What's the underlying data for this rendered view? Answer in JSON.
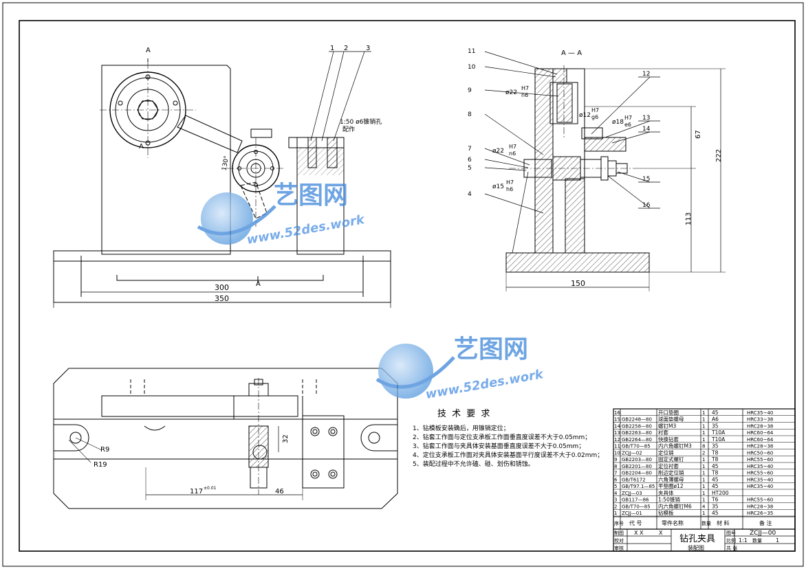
{
  "watermark": {
    "brand": "艺图网",
    "url": "www.52des.work"
  },
  "front_view": {
    "section_marks": [
      "A",
      "A",
      "A"
    ],
    "callouts": [
      "1",
      "2",
      "3"
    ],
    "note_line1": "1:50  ø6锥销孔",
    "note_line2": "配作",
    "angle": "130°",
    "dims": [
      "300",
      "350"
    ]
  },
  "section_view": {
    "title": "A — A",
    "callouts_left": [
      "11",
      "10",
      "9",
      "8",
      "7",
      "6",
      "5",
      "4"
    ],
    "callouts_right": [
      "12",
      "13",
      "14",
      "15",
      "16"
    ],
    "fits": [
      {
        "dia": "ø22",
        "num": "H7",
        "den": "n6"
      },
      {
        "dia": "ø12",
        "num": "H7",
        "den": "g6"
      },
      {
        "dia": "ø18",
        "num": "H7",
        "den": "e6"
      },
      {
        "dia": "ø22",
        "num": "H7",
        "den": "n6"
      },
      {
        "dia": "ø15",
        "num": "H7",
        "den": "h6"
      }
    ],
    "dims": [
      "67",
      "222",
      "113",
      "150"
    ]
  },
  "plan_view": {
    "dims": [
      "R9",
      "R19",
      "32",
      "117",
      "±0.01",
      "46"
    ]
  },
  "tech_requirements": {
    "title": "技 术 要 求",
    "items": [
      "1、钻模板安装确后，用锥销定位；",
      "2、钻套工作面与定位支承板工作面垂直度误差不大于0.05mm；",
      "3、钻套工作面与夹具体安装基面垂直度误差不大于0.05mm；",
      "4、定位支承板工作面对夹具体安装基面平行度误差不大于0.02mm；",
      "5、装配过程中不允许磕、碰、划伤和锈蚀。"
    ]
  },
  "bom": {
    "rows": [
      [
        "16",
        "",
        "开口垫圈",
        "1",
        "45",
        "HRC35~40"
      ],
      [
        "15",
        "GB2248—80",
        "球面垫螺母",
        "1",
        "A6",
        "HRC33~38"
      ],
      [
        "14",
        "GB2258—80",
        "螺钉M3",
        "1",
        "35",
        "HRC28~38"
      ],
      [
        "13",
        "GB2263—80",
        "衬套",
        "1",
        "T10A",
        "HRC60~64"
      ],
      [
        "12",
        "GB2264—80",
        "快换钻套",
        "1",
        "T10A",
        "HRC60~64"
      ],
      [
        "11",
        "GB/T70—85",
        "内六角螺钉M3",
        "8",
        "35",
        "HRC28~38"
      ],
      [
        "10",
        "ZCJJ—02",
        "定位销",
        "2",
        "T8",
        "HRC50~60"
      ],
      [
        "9",
        "GB2203—80",
        "固定式螺钉",
        "1",
        "T8",
        "HRC55~60"
      ],
      [
        "8",
        "GB2201—80",
        "定位衬套",
        "1",
        "45",
        "HRC35~40"
      ],
      [
        "7",
        "GB2204—80",
        "削边定位销",
        "1",
        "T8",
        "HRC55~60"
      ],
      [
        "6",
        "GB/T6172",
        "六角薄螺母",
        "1",
        "45",
        "HRC35~40"
      ],
      [
        "5",
        "GB/T97.1—85",
        "平垫圈ø12",
        "1",
        "45",
        "HRC35~40"
      ],
      [
        "4",
        "ZCJJ—03",
        "夹具体",
        "1",
        "HT200",
        ""
      ],
      [
        "3",
        "GB117—86",
        "1:50锥销",
        "1",
        "T6",
        "HRC55~60"
      ],
      [
        "2",
        "GB/T70—85",
        "内六角螺钉M6",
        "4",
        "35",
        "HRC28~38"
      ],
      [
        "1",
        "ZCJJ—01",
        "钻模板",
        "1",
        "45",
        "HRC26~35"
      ]
    ],
    "header": {
      "idx": "序号",
      "code": "代  号",
      "name": "零件名称",
      "qty": "数量",
      "material": "材  料",
      "remark": "备  注"
    },
    "title_block": {
      "drawn_label": "制图",
      "drawn_by": "X X",
      "drawn_mark": "X",
      "checked_label": "校对",
      "review_label": "审核",
      "title": "钻孔夹具",
      "subtitle": "装配图",
      "dwg_label": "图号",
      "dwg_no": "ZCJJ—00",
      "scale_label": "比例",
      "scale": "1:1",
      "qty_label": "数量",
      "qty": "1",
      "sheet_label": "共 张"
    }
  }
}
